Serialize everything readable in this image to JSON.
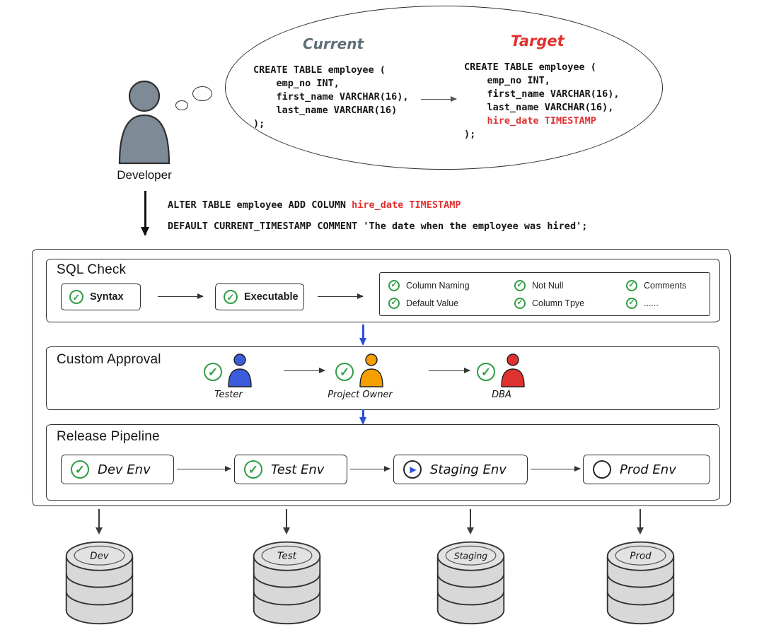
{
  "developer": {
    "label": "Developer"
  },
  "thought": {
    "current_title": "Current",
    "current_code": "CREATE TABLE employee (\n    emp_no INT,\n    first_name VARCHAR(16),\n    last_name VARCHAR(16)\n);",
    "target_title": "Target",
    "target_code_before": "CREATE TABLE employee (\n    emp_no INT,\n    first_name VARCHAR(16),\n    last_name VARCHAR(16),\n",
    "target_code_highlight": "    hire_date TIMESTAMP",
    "target_code_after": "\n);"
  },
  "alter_sql": {
    "line1_prefix": "ALTER TABLE employee ADD COLUMN ",
    "line1_highlight": "hire_date TIMESTAMP",
    "line2": "DEFAULT CURRENT_TIMESTAMP COMMENT 'The date when the employee was hired';"
  },
  "sql_check": {
    "title": "SQL Check",
    "step1": "Syntax",
    "step2": "Executable",
    "checklist": [
      "Column Naming",
      "Not Null",
      "Comments",
      "Default Value",
      "Column Tpye",
      "......"
    ]
  },
  "custom_approval": {
    "title": "Custom Approval",
    "approvers": [
      {
        "label": "Tester",
        "color": "#3b5bdb"
      },
      {
        "label": "Project Owner",
        "color": "#f59f00"
      },
      {
        "label": "DBA",
        "color": "#e03131"
      }
    ]
  },
  "release_pipeline": {
    "title": "Release Pipeline",
    "stages": [
      {
        "label": "Dev Env",
        "status": "passed"
      },
      {
        "label": "Test Env",
        "status": "passed"
      },
      {
        "label": "Staging Env",
        "status": "running"
      },
      {
        "label": "Prod Env",
        "status": "pending"
      }
    ]
  },
  "databases": [
    {
      "label": "Dev"
    },
    {
      "label": "Test"
    },
    {
      "label": "Staging"
    },
    {
      "label": "Prod"
    }
  ],
  "colors": {
    "check_green": "#2f9e44",
    "highlight_red": "#e03131",
    "flow_blue": "#2b50d8",
    "developer_gray": "#7e8b96"
  }
}
